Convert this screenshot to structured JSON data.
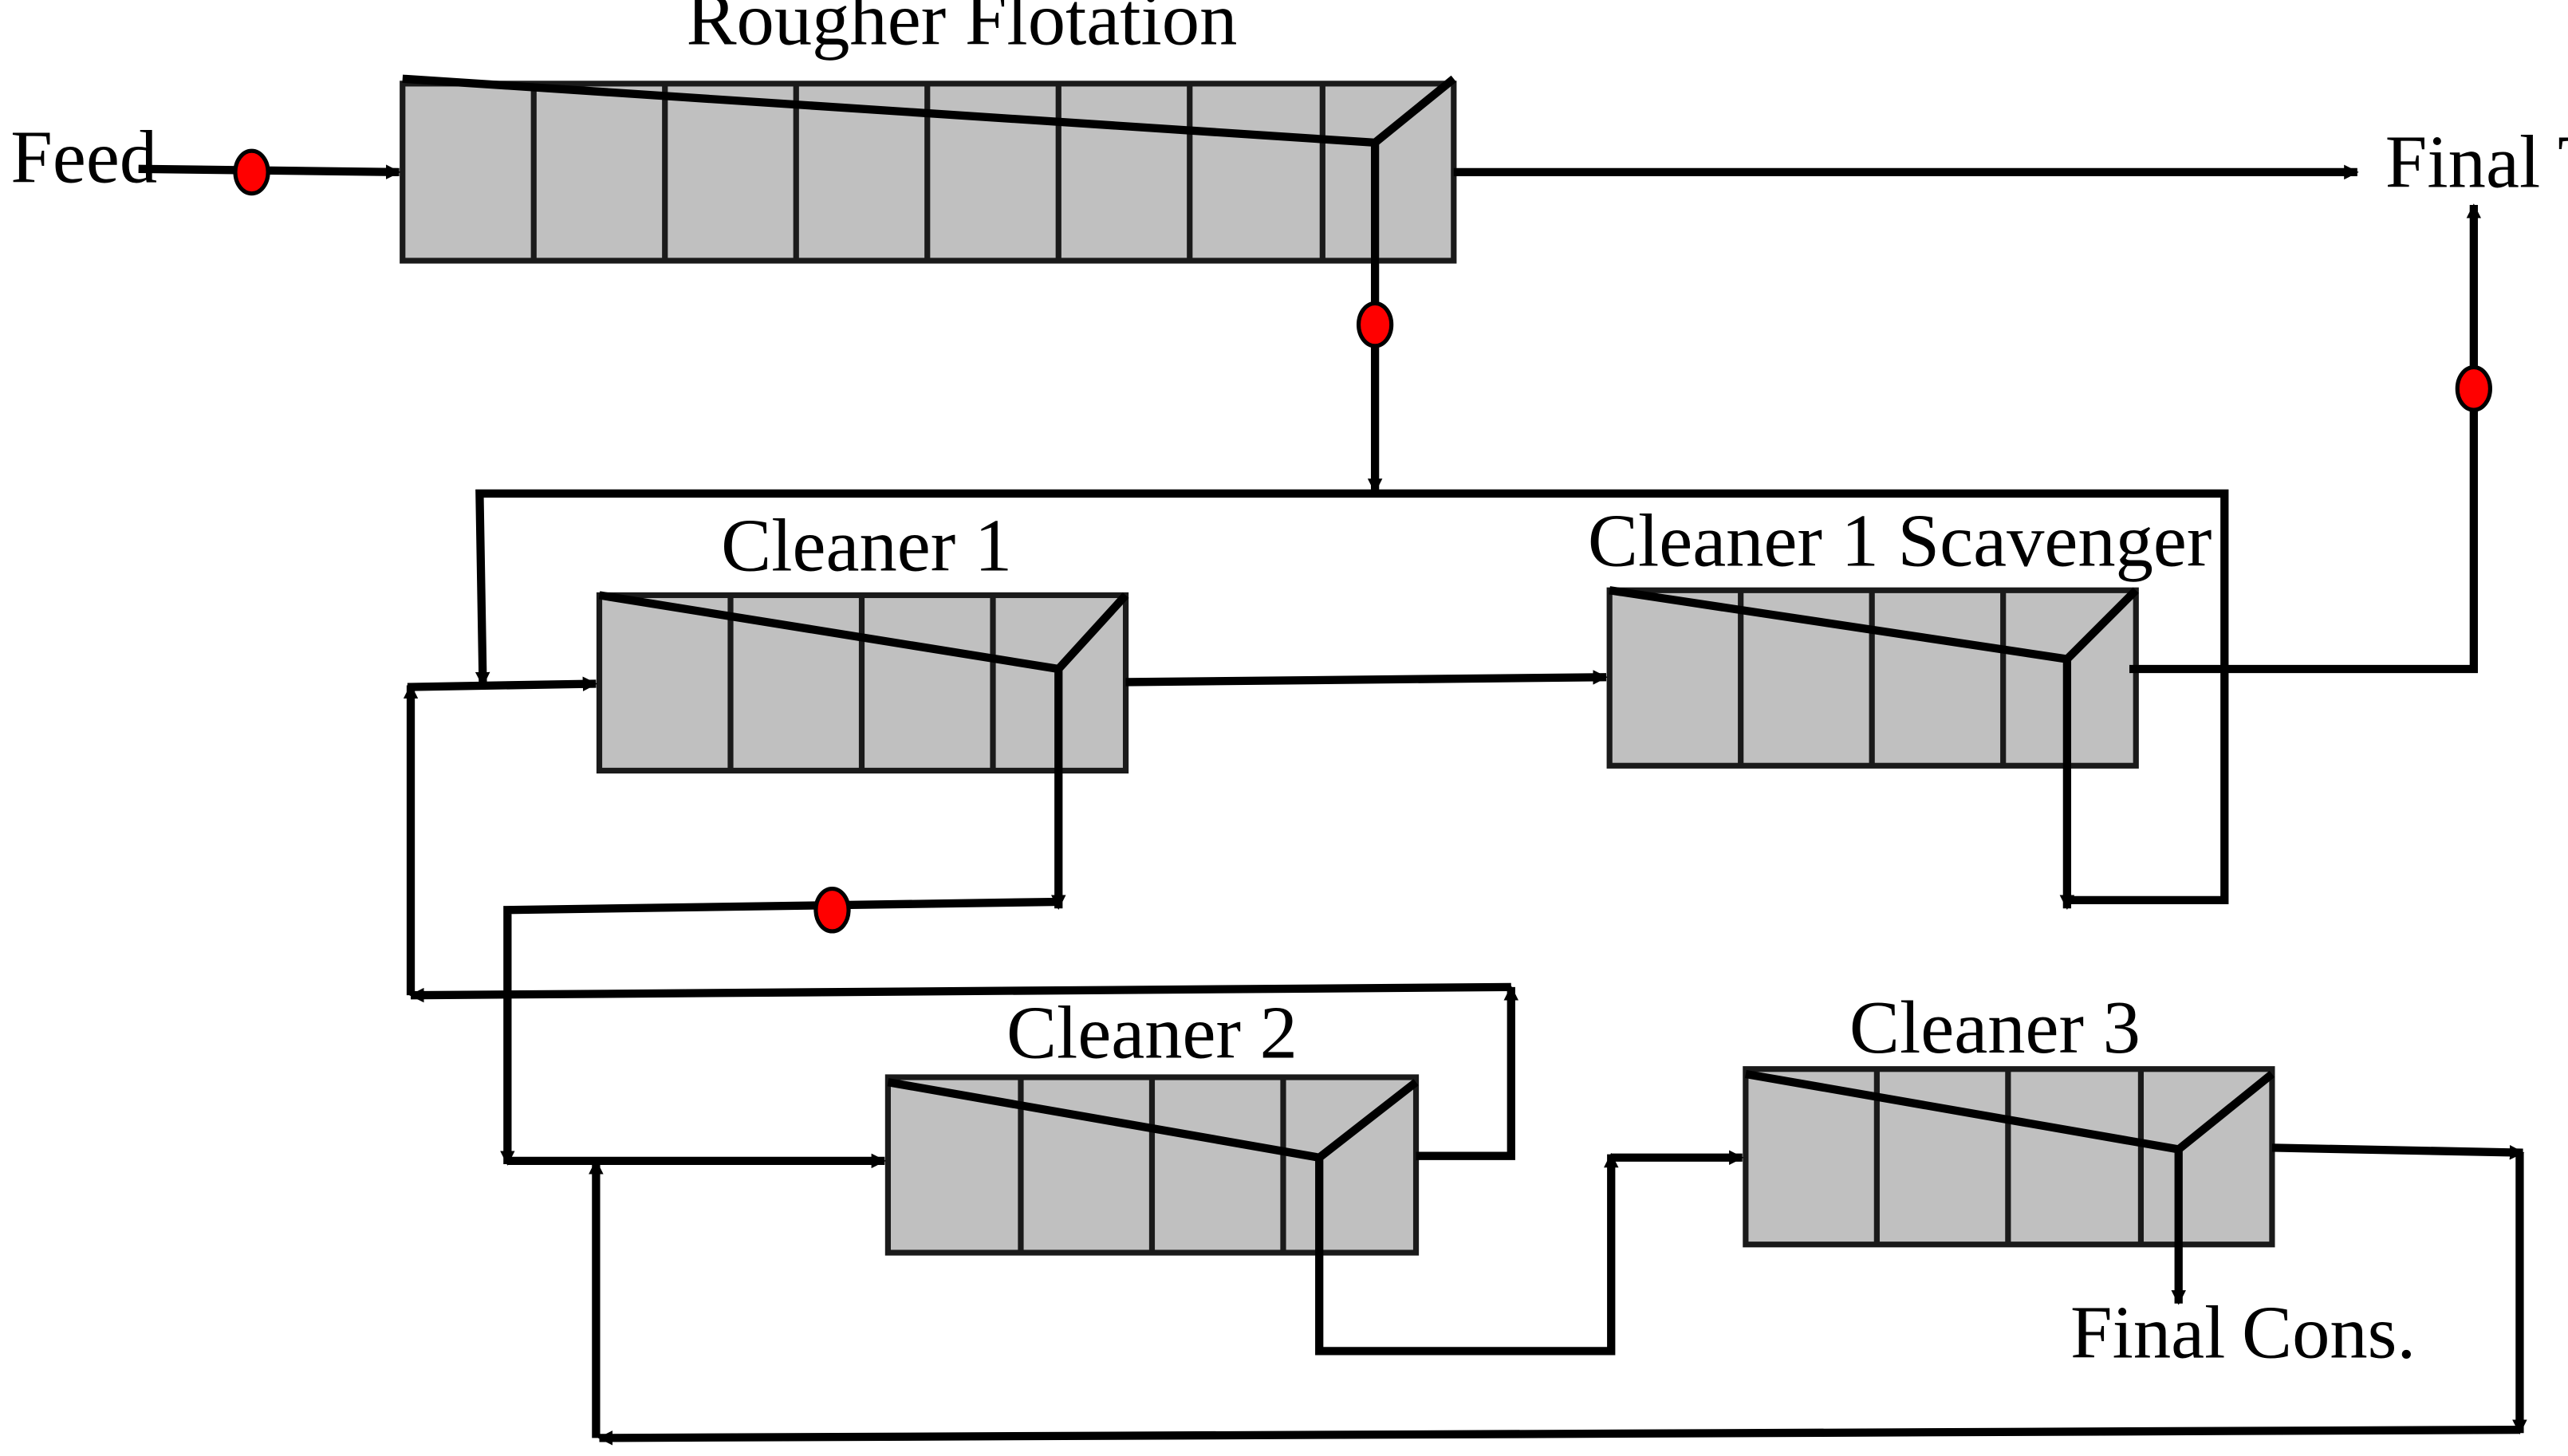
{
  "colors": {
    "cell_fill": "#c0c0c0",
    "sample_marker": "#ff0000",
    "line": "#000000"
  },
  "labels": {
    "feed": "Feed",
    "final_tails": "Final Tails",
    "final_cons_prefix": "Final",
    "final_cons_suffix": "Cons."
  },
  "units": {
    "rougher": {
      "title": "Rougher Flotation",
      "cells": 8
    },
    "cleaner1": {
      "title": "Cleaner 1",
      "cells": 4
    },
    "cleaner1s": {
      "title": "Cleaner 1 Scavenger",
      "cells": 4
    },
    "cleaner2": {
      "title": "Cleaner 2",
      "cells": 4
    },
    "cleaner3": {
      "title": "Cleaner 3",
      "cells": 4
    }
  },
  "sample_points": 4
}
